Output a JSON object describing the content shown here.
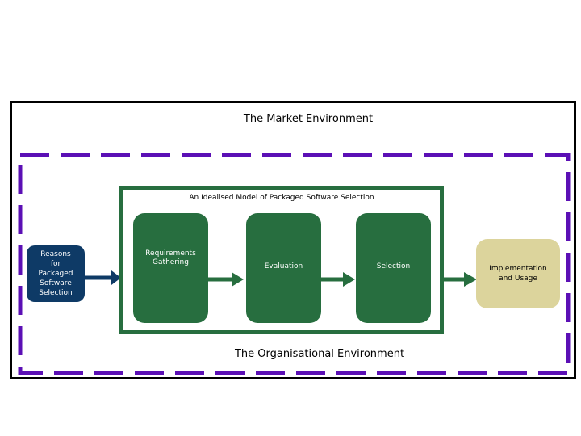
{
  "labels": {
    "market_environment": "The Market Environment",
    "organisational_environment": "The Organisational Environment",
    "model_title": "An Idealised Model of Packaged Software Selection"
  },
  "nodes": {
    "reasons": "Reasons\nfor\nPackaged\nSoftware\nSelection",
    "requirements": "Requirements\nGathering",
    "evaluation": "Evaluation",
    "selection": "Selection",
    "implementation": "Implementation\nand Usage"
  },
  "colors": {
    "market_border": "#000000",
    "organisation_dash": "#5b0fb5",
    "model_green": "#276e3f",
    "reasons_blue": "#0e3a66",
    "implementation_tan": "#dcd49c"
  }
}
